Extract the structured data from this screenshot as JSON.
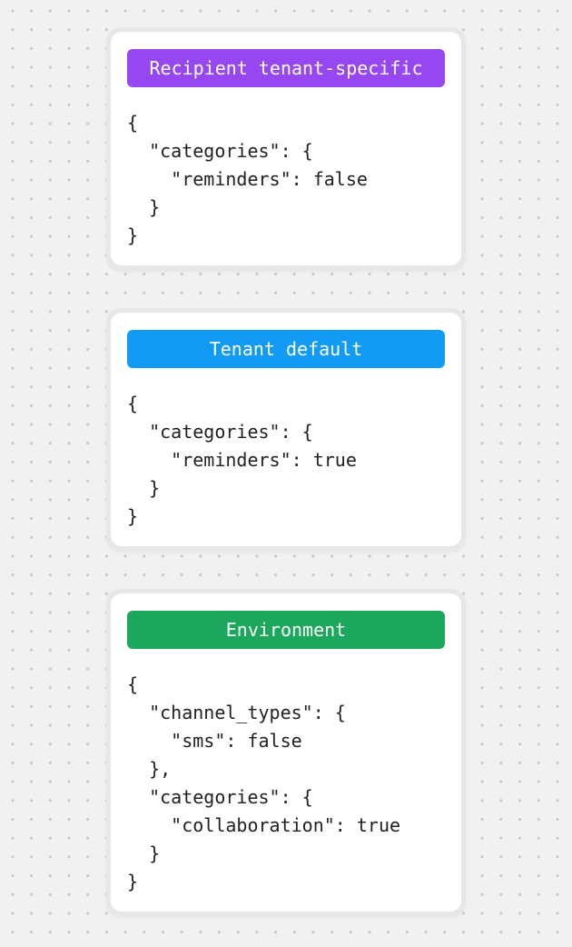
{
  "background": {
    "color": "#F1F1F1",
    "dot_color": "#C7C7C7",
    "card_ring_color": "#E7E7E7"
  },
  "cards": [
    {
      "badge_label": "Recipient tenant-specific",
      "badge_color": "#9747F2",
      "code": "{\n  \"categories\": {\n    \"reminders\": false\n  }\n}"
    },
    {
      "badge_label": "Tenant default",
      "badge_color": "#119BF5",
      "code": "{\n  \"categories\": {\n    \"reminders\": true\n  }\n}"
    },
    {
      "badge_label": "Environment",
      "badge_color": "#1BA85C",
      "code": "{\n  \"channel_types\": {\n    \"sms\": false\n  },\n  \"categories\": {\n    \"collaboration\": true\n  }\n}"
    }
  ]
}
